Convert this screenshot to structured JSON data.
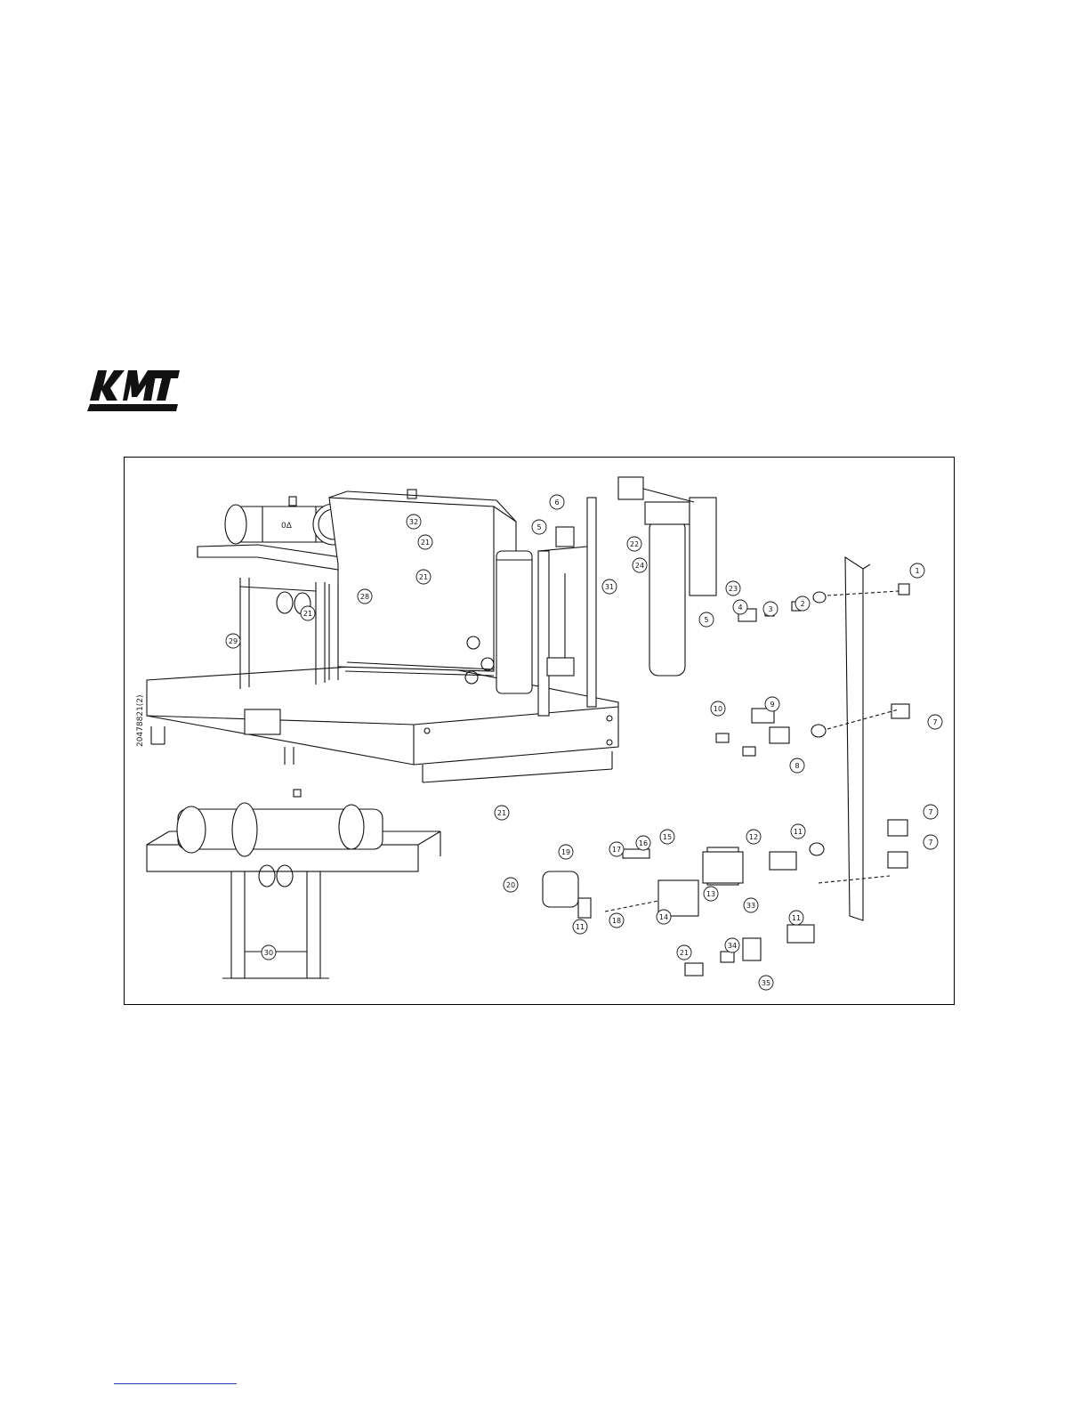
{
  "logo": {
    "text": "KMT"
  },
  "drawing": {
    "drawing_number": "20478821(2)",
    "balloons": [
      "1",
      "2",
      "3",
      "4",
      "5",
      "5",
      "6",
      "7",
      "7",
      "7",
      "8",
      "9",
      "10",
      "11",
      "11",
      "11",
      "12",
      "13",
      "14",
      "15",
      "16",
      "17",
      "18",
      "19",
      "20",
      "21",
      "21",
      "21",
      "21",
      "21",
      "22",
      "23",
      "24",
      "28",
      "29",
      "30",
      "31",
      "32",
      "33",
      "34",
      "35"
    ]
  },
  "colors": {
    "line": "#111111",
    "footer_rule": "#1f3fae"
  }
}
